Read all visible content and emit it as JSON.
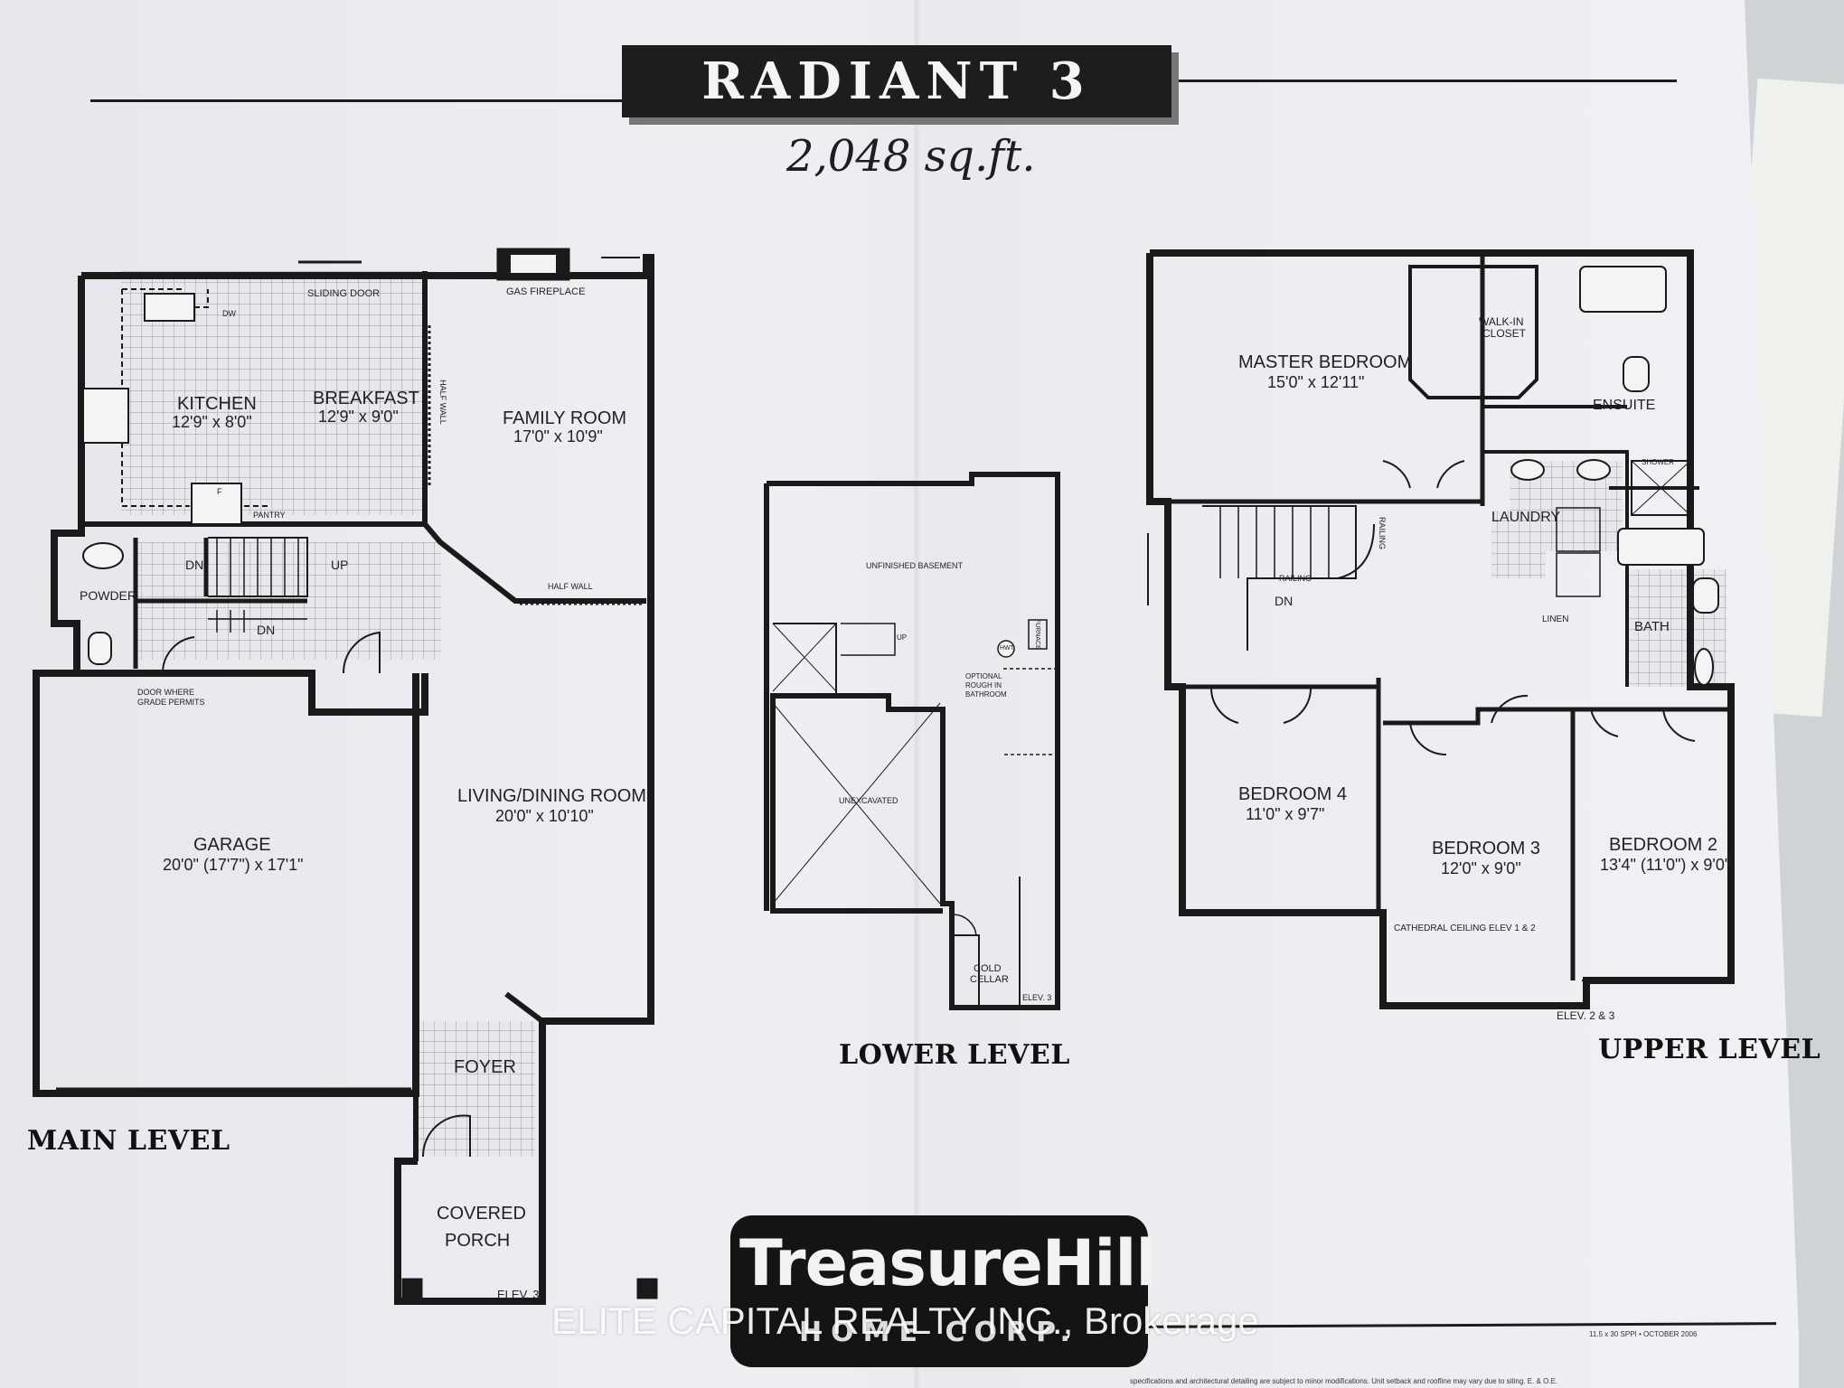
{
  "title": "RADIANT 3",
  "area": "2,048 sq.ft.",
  "levels": {
    "main": "MAIN LEVEL",
    "lower": "LOWER LEVEL",
    "upper": "UPPER LEVEL"
  },
  "main_level": {
    "sliding_door": "SLIDING DOOR",
    "gas_fireplace": "GAS FIREPLACE",
    "dw": "DW",
    "kitchen": "KITCHEN",
    "kitchen_dim": "12'9\" x 8'0\"",
    "breakfast": "BREAKFAST",
    "breakfast_dim": "12'9\" x 9'0\"",
    "half_wall_1": "HALF WALL",
    "half_wall_2": "HALF WALL",
    "family_room": "FAMILY ROOM",
    "family_room_dim": "17'0\" x 10'9\"",
    "fridge": "F",
    "pantry": "PANTRY",
    "powder": "POWDER",
    "dn_1": "DN",
    "dn_2": "DN",
    "up": "UP",
    "door_where": "DOOR WHERE",
    "grade_permits": "GRADE PERMITS",
    "garage": "GARAGE",
    "garage_dim": "20'0\" (17'7\") x 17'1\"",
    "living_dining": "LIVING/DINING ROOM",
    "living_dining_dim": "20'0\" x 10'10\"",
    "foyer": "FOYER",
    "covered": "COVERED",
    "porch": "PORCH",
    "elev": "ELEV. 3"
  },
  "lower_level": {
    "unfinished_basement": "UNFINISHED BASEMENT",
    "unexcavated": "UNEXCAVATED",
    "hwt": "HWT",
    "furnace": "FURNACE",
    "optional_1": "OPTIONAL",
    "optional_2": "ROUGH IN",
    "optional_3": "BATHROOM",
    "cold_1": "COLD",
    "cold_2": "CELLAR",
    "elev": "ELEV. 3",
    "up": "UP"
  },
  "upper_level": {
    "master_bedroom": "MASTER BEDROOM",
    "master_bedroom_dim": "15'0\" x 12'11\"",
    "walk_in_1": "WALK-IN",
    "walk_in_2": "CLOSET",
    "ensuite": "ENSUITE",
    "shower": "SHOWER",
    "laundry": "LAUNDRY",
    "railing_1": "RAILING",
    "railing_2": "RAILING",
    "dn": "DN",
    "linen": "LINEN",
    "bath": "BATH",
    "bedroom4": "BEDROOM 4",
    "bedroom4_dim": "11'0\" x 9'7\"",
    "bedroom3": "BEDROOM 3",
    "bedroom3_dim": "12'0\" x 9'0\"",
    "bedroom2": "BEDROOM 2",
    "bedroom2_dim": "13'4\" (11'0\") x 9'0\"",
    "cathedral": "CATHEDRAL CEILING ELEV 1 & 2",
    "elev": "ELEV. 2 & 3"
  },
  "logo": {
    "name": "TreasureHill",
    "sub": "HOME CORP."
  },
  "watermark": "ELITE CAPITAL REALTY INC., Brokerage",
  "print_code": "11.5 x 30 SPPI • OCTOBER 2006",
  "disclaimer": "specifications and architectural detailing are subject to minor modifications. Unit setback and roofline may vary due to siting. E. & O.E."
}
